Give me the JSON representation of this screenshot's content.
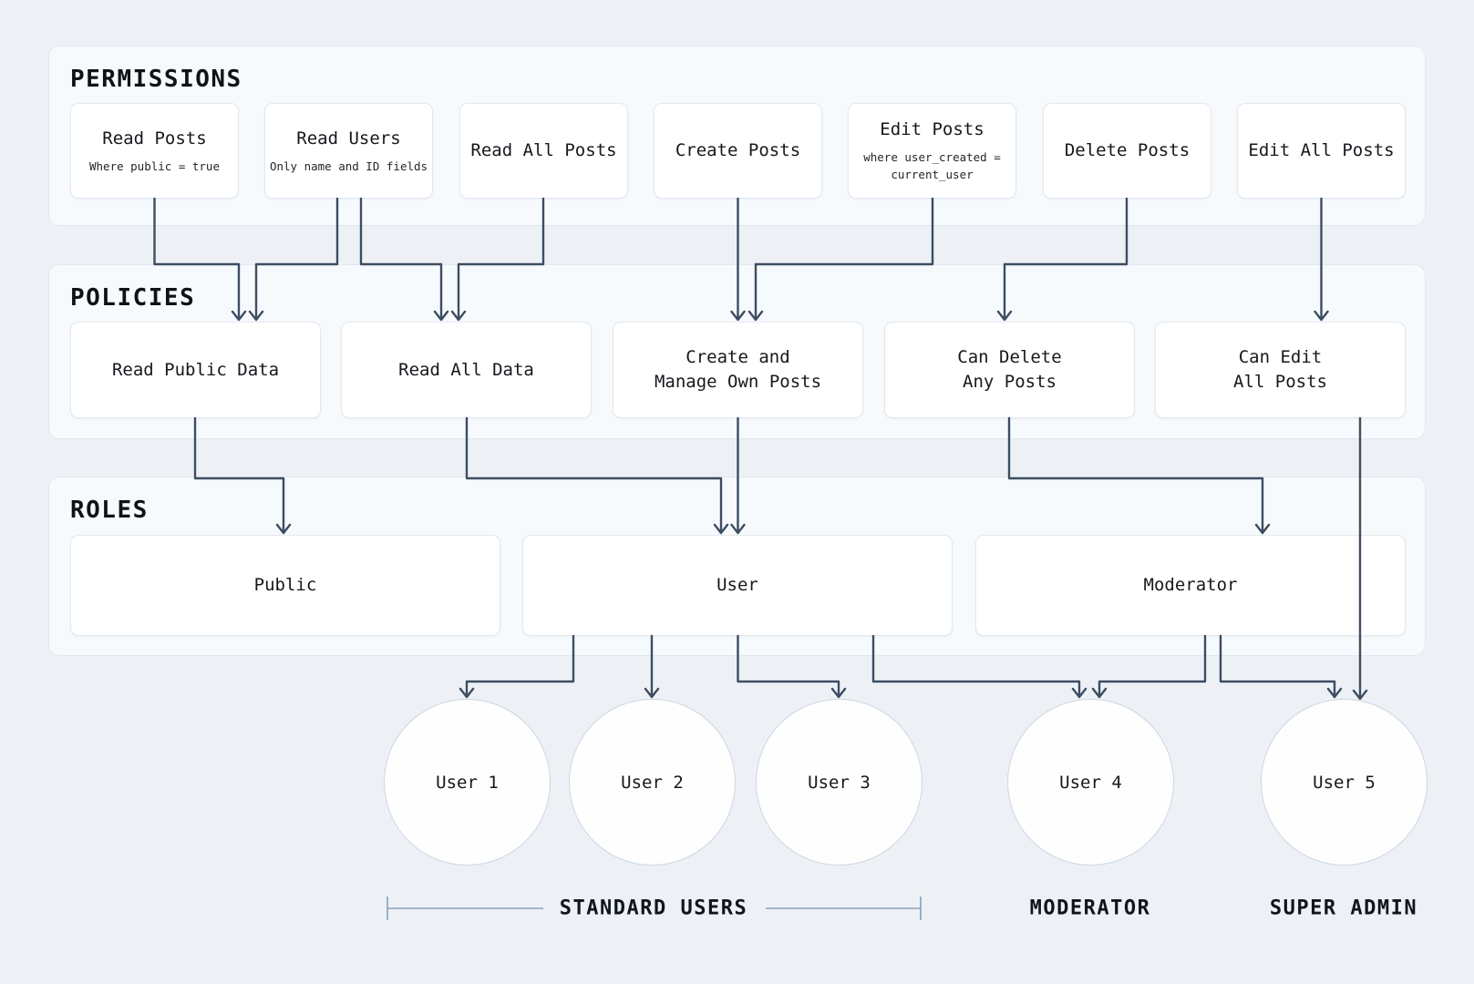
{
  "colors": {
    "background": "#edf1f6",
    "panel": "#f7fafd",
    "panel_border": "#e2e8f0",
    "node_border": "#e3e8ef",
    "edge": "#3d4d62",
    "bracket": "#8ba1b7"
  },
  "sections": {
    "permissions": {
      "title": "PERMISSIONS",
      "boxes": [
        {
          "title": "Read Posts",
          "subtitle": "Where public = true"
        },
        {
          "title": "Read Users",
          "subtitle": "Only name and ID fields"
        },
        {
          "title": "Read All Posts"
        },
        {
          "title": "Create Posts"
        },
        {
          "title": "Edit Posts",
          "subtitle": "where user_created =\ncurrent_user"
        },
        {
          "title": "Delete Posts"
        },
        {
          "title": "Edit All Posts"
        }
      ]
    },
    "policies": {
      "title": "POLICIES",
      "boxes": [
        {
          "title": "Read Public Data"
        },
        {
          "title": "Read All Data"
        },
        {
          "title": "Create and\nManage Own Posts"
        },
        {
          "title": "Can Delete\nAny Posts"
        },
        {
          "title": "Can Edit\nAll Posts"
        }
      ]
    },
    "roles": {
      "title": "ROLES",
      "boxes": [
        {
          "title": "Public"
        },
        {
          "title": "User"
        },
        {
          "title": "Moderator"
        }
      ]
    }
  },
  "users": [
    {
      "label": "User 1"
    },
    {
      "label": "User 2"
    },
    {
      "label": "User 3"
    },
    {
      "label": "User 4"
    },
    {
      "label": "User 5"
    }
  ],
  "footer": {
    "standard_users": "STANDARD USERS",
    "moderator": "MODERATOR",
    "super_admin": "SUPER ADMIN"
  },
  "edges": [
    {
      "from": "Read Posts",
      "to": "Read Public Data"
    },
    {
      "from": "Read Users",
      "to": "Read Public Data"
    },
    {
      "from": "Read Users",
      "to": "Read All Data"
    },
    {
      "from": "Read All Posts",
      "to": "Read All Data"
    },
    {
      "from": "Create Posts",
      "to": "Create and Manage Own Posts"
    },
    {
      "from": "Edit Posts",
      "to": "Create and Manage Own Posts"
    },
    {
      "from": "Delete Posts",
      "to": "Can Delete Any Posts"
    },
    {
      "from": "Edit All Posts",
      "to": "Can Edit All Posts"
    },
    {
      "from": "Read Public Data",
      "to": "Public"
    },
    {
      "from": "Read All Data",
      "to": "User"
    },
    {
      "from": "Create and Manage Own Posts",
      "to": "User"
    },
    {
      "from": "Can Delete Any Posts",
      "to": "Moderator"
    },
    {
      "from": "Can Edit All Posts",
      "to": "User 5"
    },
    {
      "from": "User",
      "to": "User 1"
    },
    {
      "from": "User",
      "to": "User 2"
    },
    {
      "from": "User",
      "to": "User 3"
    },
    {
      "from": "User",
      "to": "User 4"
    },
    {
      "from": "Moderator",
      "to": "User 4"
    },
    {
      "from": "Moderator",
      "to": "User 5"
    }
  ]
}
